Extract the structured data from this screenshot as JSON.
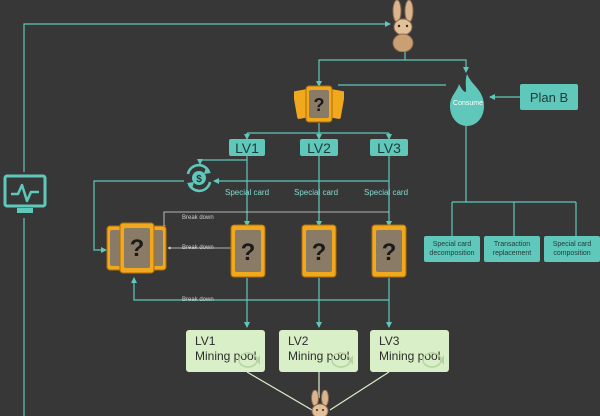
{
  "levels": [
    "LV1",
    "LV2",
    "LV3"
  ],
  "special_card": "Special card",
  "break_down": "Break down",
  "consume": "Consume",
  "plan_b": "Plan B",
  "actions": [
    {
      "line1": "Special card",
      "line2": "decomposition"
    },
    {
      "line1": "Transaction",
      "line2": "replacement"
    },
    {
      "line1": "Special card",
      "line2": "composition"
    }
  ],
  "pools": [
    {
      "level": "LV1",
      "name": "Mining pool"
    },
    {
      "level": "LV2",
      "name": "Mining pool"
    },
    {
      "level": "LV3",
      "name": "Mining pool"
    }
  ],
  "card_glyph": "?",
  "icons": [
    "bunny-icon",
    "flame-icon",
    "monitor-pulse-icon",
    "cycle-dollar-icon",
    "mystery-card-icon",
    "fish-icon"
  ],
  "colors": {
    "background": "#373737",
    "line": "#5fc8bb",
    "box": "#5fc8bb",
    "pool": "#d9efc7",
    "card_gold": "#f0a81d",
    "card_face": "#8a7b66"
  }
}
